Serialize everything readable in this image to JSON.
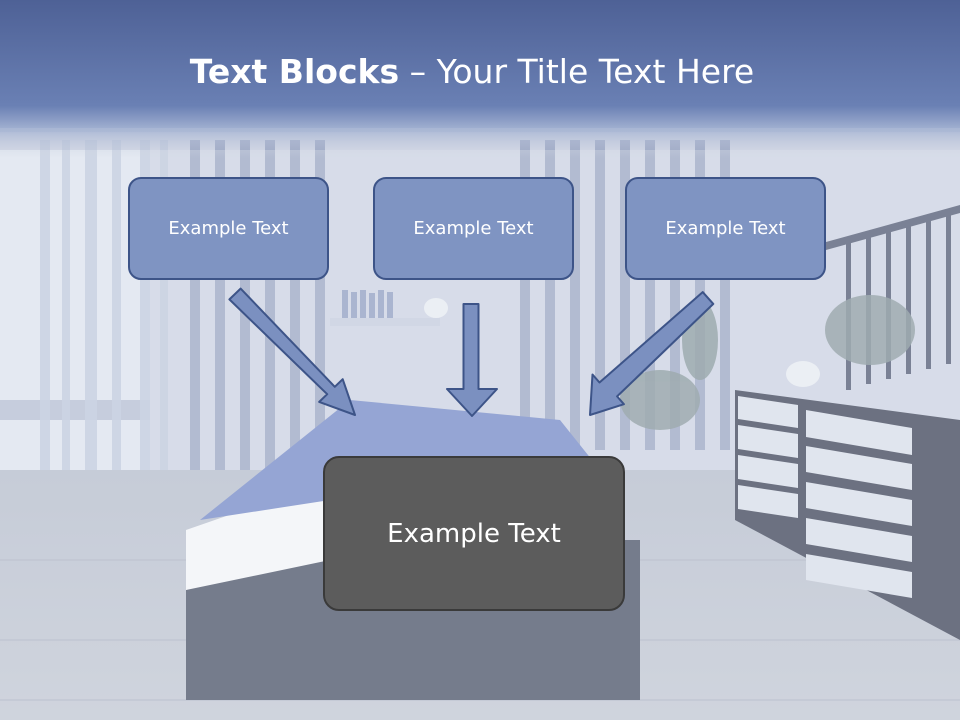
{
  "slide": {
    "title_bold": "Text Blocks",
    "title_rest": "– Your Title Text Here"
  },
  "boxes": {
    "top": [
      "Example Text",
      "Example Text",
      "Example Text"
    ],
    "bottom": "Example Text"
  },
  "colors": {
    "header": "#5d72a6",
    "box_fill": "#7f94c2",
    "box_border": "#3d5488",
    "bottom_box_fill": "#5c5c5c",
    "arrow_fill": "#7b90c0"
  }
}
